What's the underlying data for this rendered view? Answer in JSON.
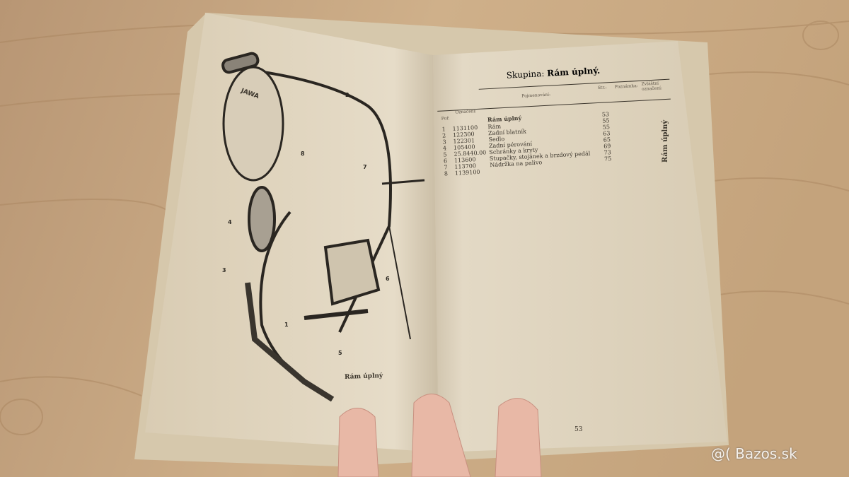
{
  "right_page": {
    "title_prefix": "Skupina:",
    "title": "Rám úplný.",
    "headers": {
      "pos": "Poř.",
      "code": "Označení:",
      "name": "Pojmenování:",
      "page": "Str.:",
      "note": "Poznámka:",
      "special": "Zvláštní označení:"
    },
    "rows": [
      {
        "pos": "",
        "code": "",
        "name": "Rám úplný",
        "page": "53"
      },
      {
        "pos": "1",
        "code": "1131100",
        "name": "Rám",
        "page": "55"
      },
      {
        "pos": "2",
        "code": "122300",
        "name": "Zadní blatník",
        "page": "55"
      },
      {
        "pos": "3",
        "code": "122301",
        "name": "Sedlo",
        "page": "63"
      },
      {
        "pos": "4",
        "code": "105400",
        "name": "Zadní pérování",
        "page": "65"
      },
      {
        "pos": "5",
        "code": "25.8440.00",
        "name": "Schránky a kryty",
        "page": "69"
      },
      {
        "pos": "6",
        "code": "113600",
        "name": "Stupačky, stojánek a brzdový pedál",
        "page": "73"
      },
      {
        "pos": "7",
        "code": "113700",
        "name": "Nádržka na palivo",
        "page": "75"
      },
      {
        "pos": "8",
        "code": "1139100",
        "name": "",
        "page": ""
      }
    ],
    "side_label": "Rám úplný",
    "page_number": "53"
  },
  "left_page": {
    "caption": "Rám úplný",
    "tank_logo": "JAWA",
    "callouts": [
      "1",
      "2",
      "3",
      "4",
      "5",
      "6",
      "7",
      "8"
    ]
  },
  "watermark": "Bazos.sk",
  "colors": {
    "wood": "#c9ab85",
    "page": "#e4d8c2",
    "ink": "#3b352c"
  }
}
